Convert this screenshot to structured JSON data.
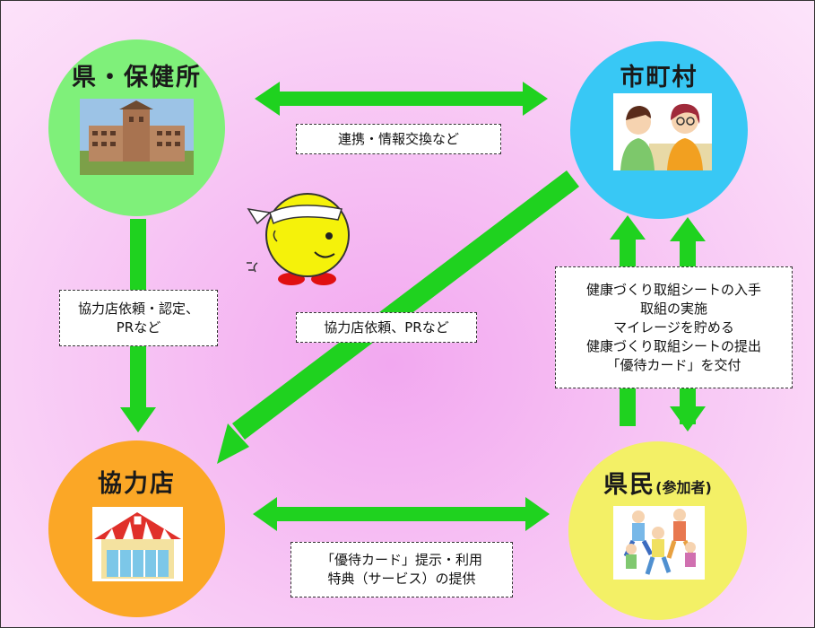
{
  "nodes": {
    "prefecture": {
      "title": "県・保健所",
      "fill": "#7ff07a",
      "icon": "government-building-image"
    },
    "municipality": {
      "title": "市町村",
      "fill": "#38c8f5",
      "icon": "consultation-illustration"
    },
    "partner_store": {
      "title": "協力店",
      "fill": "#fba726",
      "icon": "store-illustration"
    },
    "residents": {
      "title": "県民",
      "title_suffix": "(参加者)",
      "fill": "#f3f066",
      "icon": "running-people-illustration"
    }
  },
  "labels": {
    "top": [
      "連携・情報交換など"
    ],
    "left": [
      "協力店依頼・認定、",
      "PRなど"
    ],
    "diagonal": [
      "協力店依頼、PRなど"
    ],
    "right": [
      "健康づくり取組シートの入手",
      "取組の実施",
      "マイレージを貯める",
      "健康づくり取組シートの提出",
      "「優待カード」を交付"
    ],
    "bottom": [
      "「優待カード」提示・利用",
      "特典（サービス）の提供"
    ]
  },
  "colors": {
    "arrow": "#1fd21f",
    "background": "#f7c4f4",
    "mascot": "#f5f20a"
  },
  "mascot": {
    "icon": "running-ball-mascot"
  }
}
